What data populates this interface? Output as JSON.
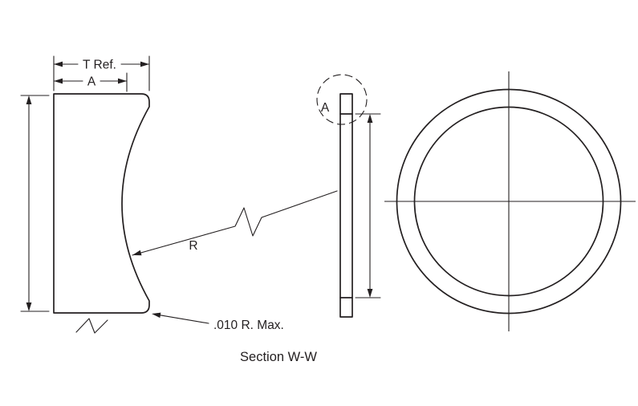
{
  "page": {
    "background_color": "#ffffff",
    "line_color": "#231f20"
  },
  "figure": {
    "caption": "Section W-W",
    "labels": {
      "thickness_ref_dim": "T Ref.",
      "a_dim": "A",
      "radius_label": "R",
      "corner_radius_note": ".010 R. Max.",
      "detail_circle_label": "A"
    }
  }
}
